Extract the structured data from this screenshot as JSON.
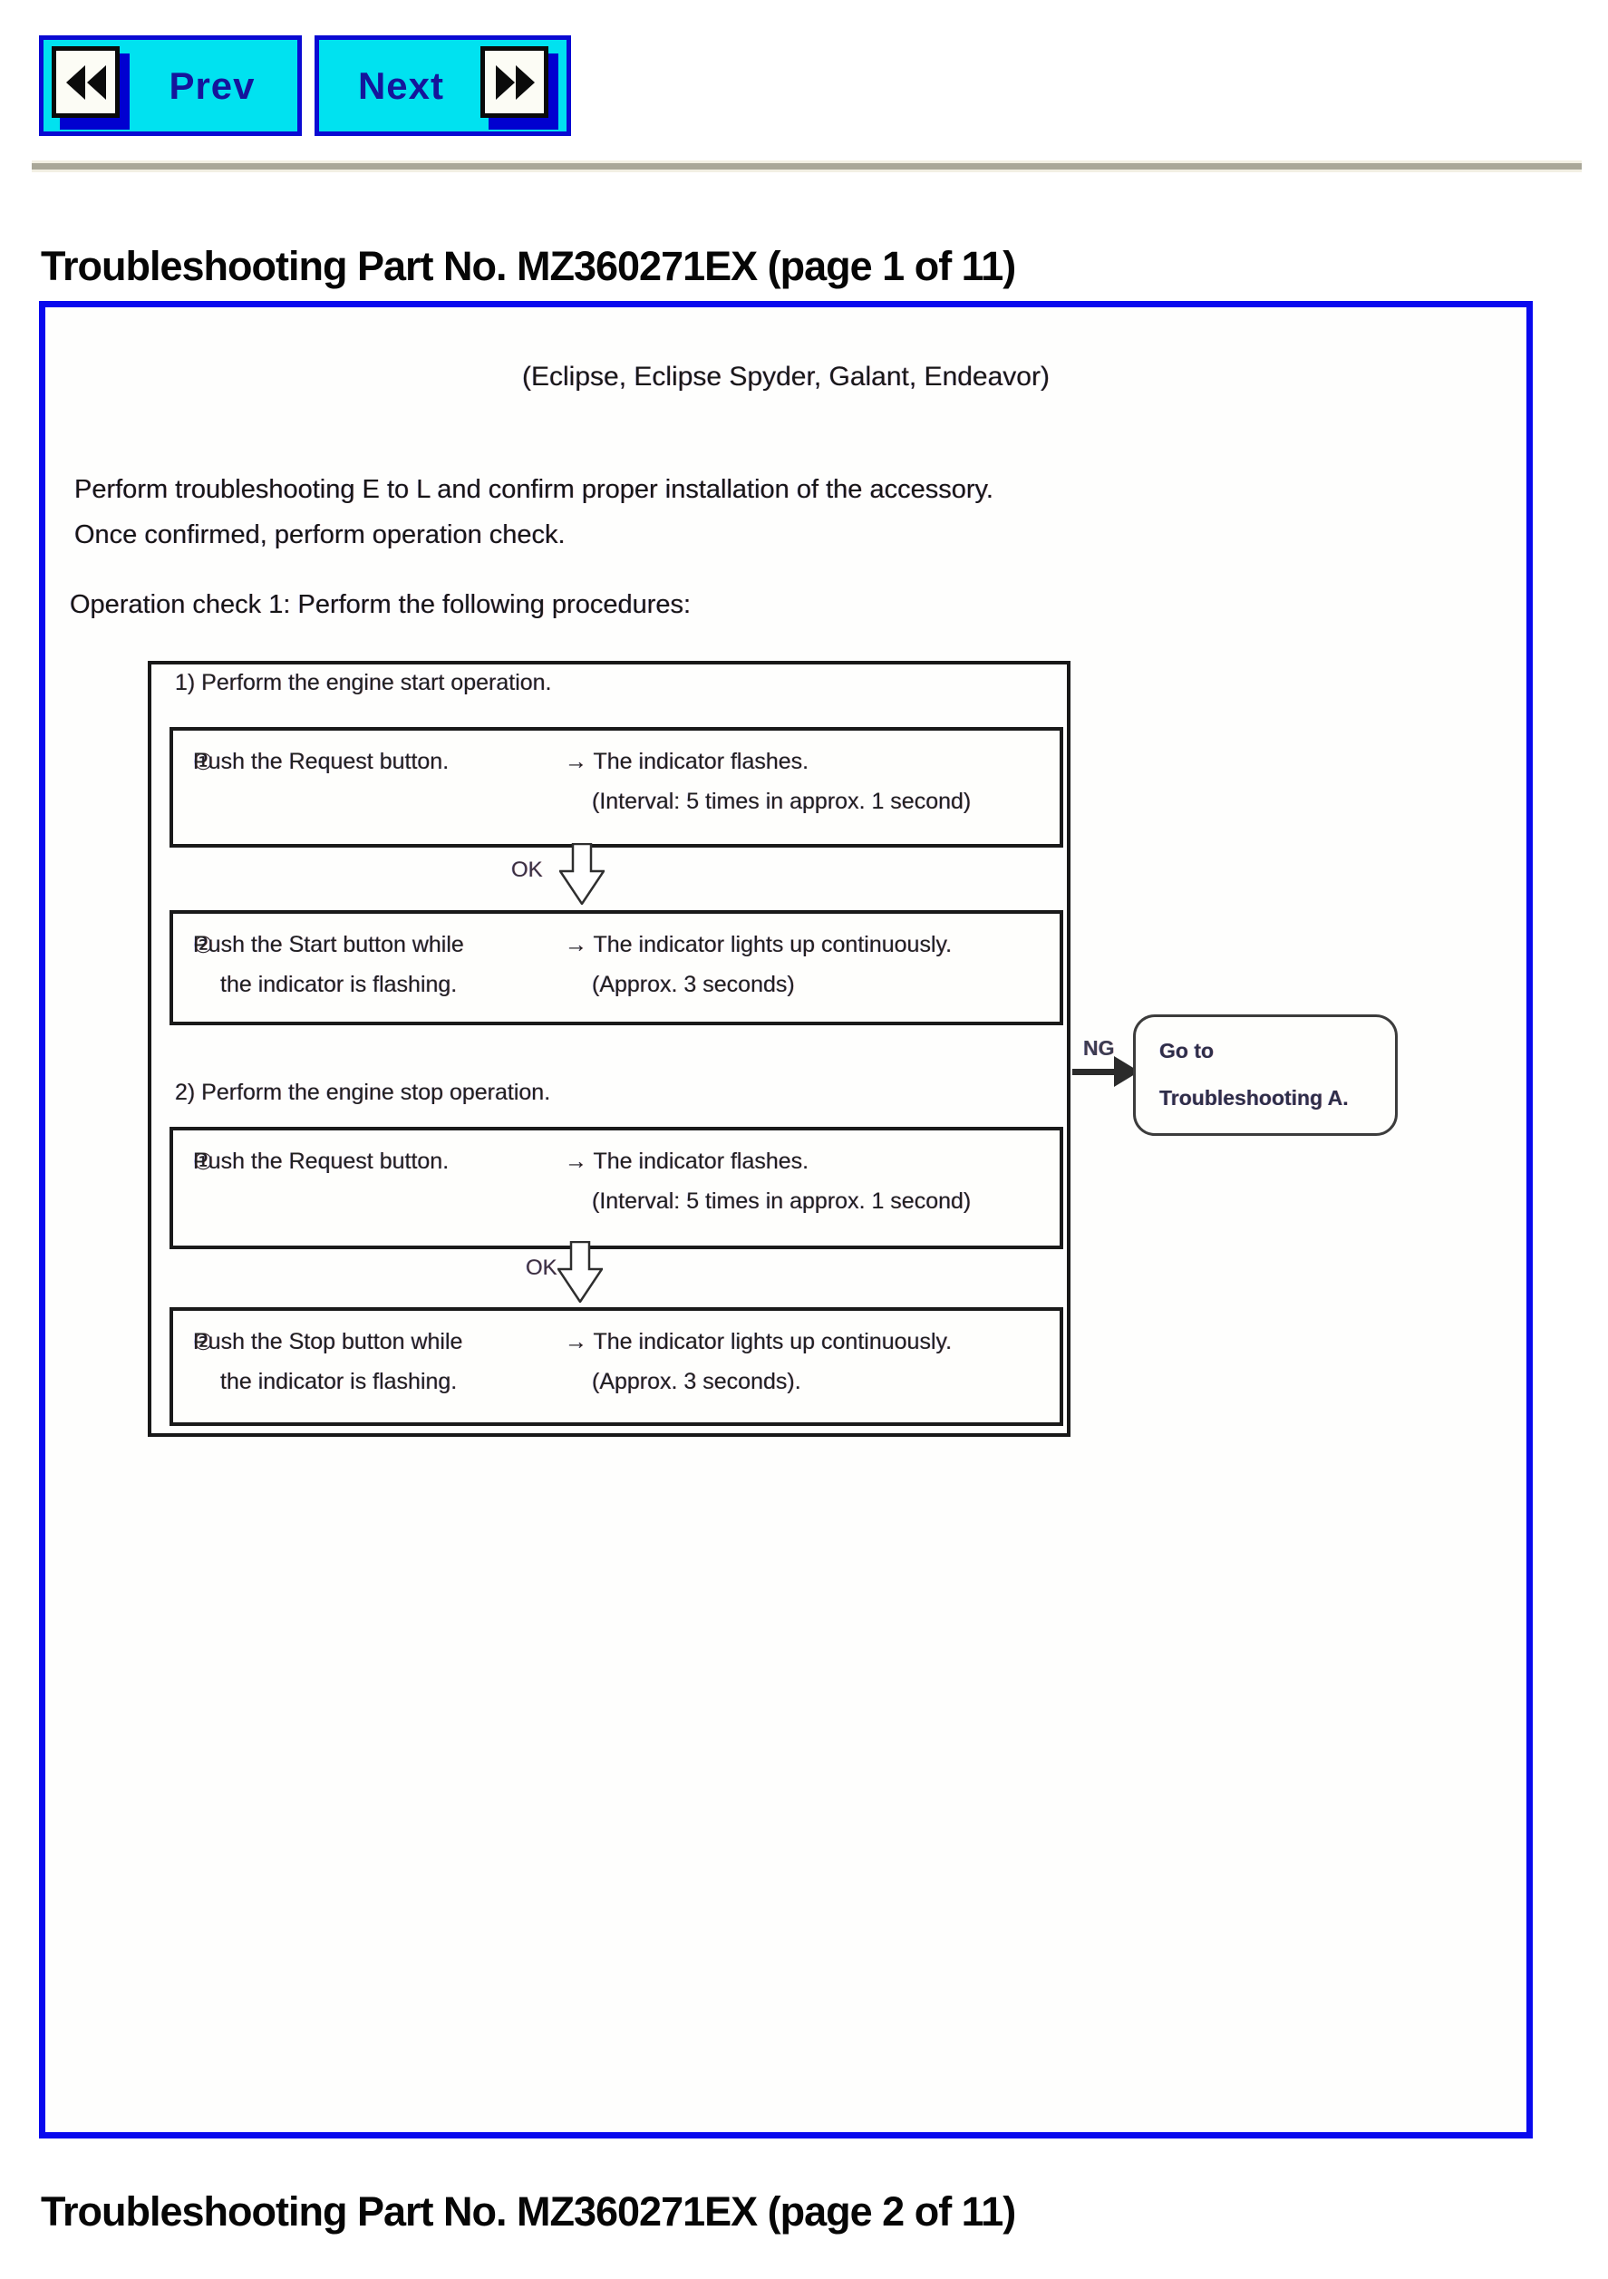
{
  "nav": {
    "prev": {
      "label": "Prev",
      "icon": "rewind-icon"
    },
    "next": {
      "label": "Next",
      "icon": "fast-forward-icon"
    },
    "button_bg": "#00e2f0",
    "button_border": "#0a0ad2",
    "label_color": "#15159b"
  },
  "page1": {
    "title": "Troubleshooting Part No. MZ360271EX (page 1 of 11)",
    "panel": {
      "border_color": "#0909ee",
      "subtitle": "(Eclipse, Eclipse Spyder, Galant, Endeavor)",
      "intro_line1": "Perform troubleshooting E to L and confirm proper installation of the accessory.",
      "intro_line2": "Once confirmed, perform operation check.",
      "operation_check_heading": "Operation check 1: Perform the following procedures:",
      "flowchart": {
        "section1_heading": "1) Perform the engine start operation.",
        "section2_heading": "2) Perform the engine stop operation.",
        "ok_label": "OK",
        "ng_label": "NG",
        "ng_box_line1": "Go to",
        "ng_box_line2": "Troubleshooting A.",
        "steps": [
          {
            "num": "①",
            "action1": "Push the Request button.",
            "action2": "",
            "result1": "→ The indicator flashes.",
            "result2": "(Interval: 5 times in approx. 1 second)"
          },
          {
            "num": "②",
            "action1": "Push the Start button while",
            "action2": "the indicator is flashing.",
            "result1": "→ The indicator lights up continuously.",
            "result2": "(Approx. 3 seconds)"
          },
          {
            "num": "①",
            "action1": "Push the Request button.",
            "action2": "",
            "result1": "→ The indicator flashes.",
            "result2": "(Interval: 5 times in approx. 1 second)"
          },
          {
            "num": "②",
            "action1": "Push the Stop button while",
            "action2": "the indicator is flashing.",
            "result1": "→ The indicator lights up continuously.",
            "result2": "(Approx. 3 seconds)."
          }
        ]
      }
    }
  },
  "page2": {
    "title": "Troubleshooting Part No. MZ360271EX (page 2 of 11)"
  }
}
